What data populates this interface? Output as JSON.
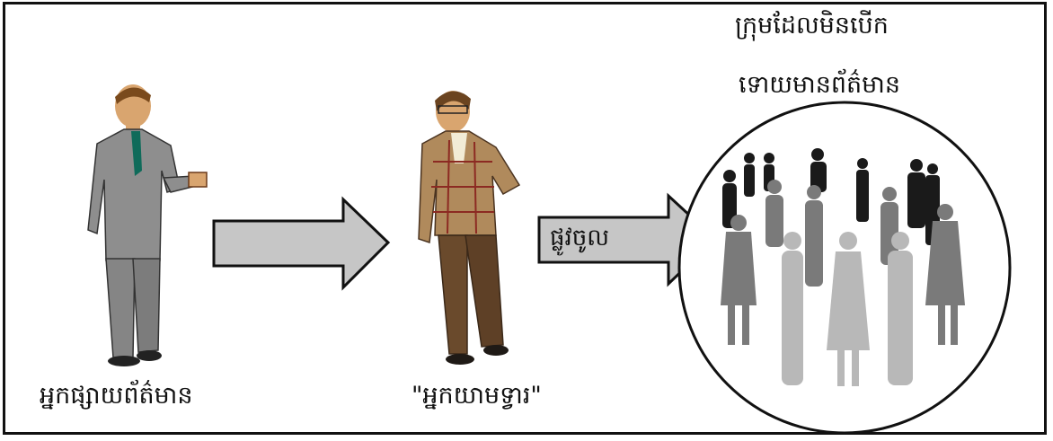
{
  "figure": {
    "source_label": "អ្នកផ្សាយព័ត៌មាន",
    "gatekeeper_label": "\"អ្នកយាមទ្វារ\"",
    "group_title_line1": "ក្រុមដែលមិនបើក",
    "group_title_line2": "ទោយមានព័ត៌មាន",
    "arrow_label": "ផ្លូវចូល"
  },
  "colors": {
    "arrow_fill": "#c6c6c6",
    "arrow_stroke": "#111111",
    "suit_gray": "#8e8e8e",
    "jacket_brown": "#b08a5c",
    "trousers_brown": "#6a4a2c",
    "skin": "#d9a56f",
    "crowd_dark": "#1a1a1a",
    "crowd_mid": "#7a7a7a",
    "crowd_light": "#b8b8b8"
  }
}
